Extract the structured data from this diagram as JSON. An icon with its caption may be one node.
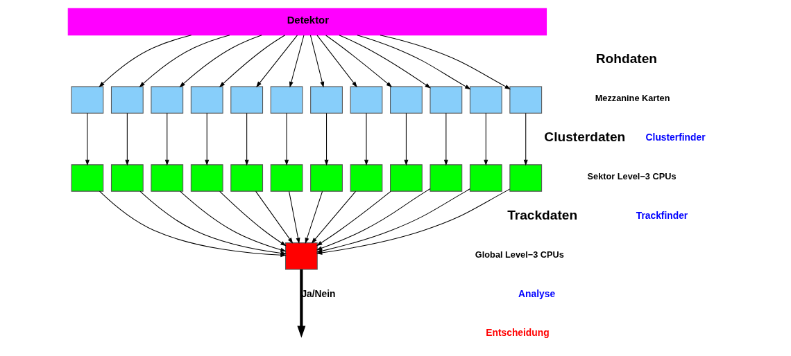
{
  "diagram": {
    "nodes": [
      {
        "text": [
          "Detektor"
        ]
      },
      {
        "text": [],
        "shape": "box"
      },
      {
        "text": [],
        "shape": "box"
      },
      {
        "text": [],
        "shape": "box"
      },
      {
        "text": [],
        "shape": "box"
      },
      {
        "text": [],
        "shape": "box"
      },
      {
        "text": [],
        "shape": "box"
      },
      {
        "text": [],
        "shape": "box"
      },
      {
        "text": [],
        "shape": "box"
      },
      {
        "text": [],
        "shape": "box"
      },
      {
        "text": [],
        "shape": "box"
      },
      {
        "text": [],
        "shape": "box"
      },
      {
        "text": [],
        "shape": "box"
      },
      {
        "text": [],
        "shape": "box"
      },
      {
        "text": [],
        "shape": "box"
      },
      {
        "text": [],
        "shape": "box"
      },
      {
        "text": [],
        "shape": "box"
      },
      {
        "text": [],
        "shape": "box"
      },
      {
        "text": [],
        "shape": "box"
      },
      {
        "text": [],
        "shape": "box"
      },
      {
        "text": [],
        "shape": "box"
      },
      {
        "text": [],
        "shape": "box"
      },
      {
        "text": [],
        "shape": "box"
      },
      {
        "text": [],
        "shape": "box"
      },
      {
        "text": [],
        "shape": "box"
      },
      {
        "text": [],
        "shape": "box"
      }
    ],
    "edges": [
      {
        "from": 0,
        "to": 1,
        "arrow": "to"
      },
      {
        "from": 0,
        "to": 2,
        "arrow": "to"
      },
      {
        "from": 0,
        "to": 3,
        "arrow": "to"
      },
      {
        "from": 0,
        "to": 4,
        "arrow": "to"
      },
      {
        "from": 0,
        "to": 5,
        "arrow": "to"
      },
      {
        "from": 0,
        "to": 6,
        "arrow": "to"
      },
      {
        "from": 0,
        "to": 7,
        "arrow": "to"
      },
      {
        "from": 0,
        "to": 8,
        "arrow": "to"
      },
      {
        "from": 0,
        "to": 9,
        "arrow": "to"
      },
      {
        "from": 0,
        "to": 10,
        "arrow": "to"
      },
      {
        "from": 0,
        "to": 11,
        "arrow": "to"
      },
      {
        "from": 0,
        "to": 12,
        "arrow": "to"
      },
      {
        "from": 1,
        "to": 13,
        "arrow": "to"
      },
      {
        "from": 2,
        "to": 14,
        "arrow": "to"
      },
      {
        "from": 3,
        "to": 15,
        "arrow": "to"
      },
      {
        "from": 4,
        "to": 16,
        "arrow": "to"
      },
      {
        "from": 5,
        "to": 17,
        "arrow": "to"
      },
      {
        "from": 6,
        "to": 18,
        "arrow": "to"
      },
      {
        "from": 7,
        "to": 19,
        "arrow": "to"
      },
      {
        "from": 8,
        "to": 20,
        "arrow": "to"
      },
      {
        "from": 9,
        "to": 21,
        "arrow": "to"
      },
      {
        "from": 10,
        "to": 22,
        "arrow": "to"
      },
      {
        "from": 11,
        "to": 23,
        "arrow": "to"
      },
      {
        "from": 12,
        "to": 24,
        "arrow": "to"
      },
      {
        "from": 13,
        "to": 25,
        "arrow": "to"
      },
      {
        "from": 14,
        "to": 25,
        "arrow": "to"
      },
      {
        "from": 15,
        "to": 25,
        "arrow": "to"
      },
      {
        "from": 16,
        "to": 25,
        "arrow": "to"
      },
      {
        "from": 17,
        "to": 25,
        "arrow": "to"
      },
      {
        "from": 18,
        "to": 25,
        "arrow": "to"
      },
      {
        "from": 19,
        "to": 25,
        "arrow": "to"
      },
      {
        "from": 20,
        "to": 25,
        "arrow": "to"
      },
      {
        "from": 21,
        "to": 25,
        "arrow": "to"
      },
      {
        "from": 22,
        "to": 25,
        "arrow": "to"
      },
      {
        "from": 23,
        "to": 25,
        "arrow": "to"
      },
      {
        "from": 24,
        "to": 25,
        "arrow": "to"
      },
      {
        "from": 25,
        "to": null,
        "arrow": "to",
        "label": "Ja/Nein",
        "style": "thick"
      }
    ],
    "labels": [
      "Rohdaten",
      "Clusterdaten",
      "Trackdaten",
      "Mezzanine Karten",
      "Clusterfinder",
      "Sektor Level−3 CPUs",
      "Trackfinder",
      "Global Level−3 CPUs",
      "Analyse",
      "Entscheidung"
    ]
  }
}
